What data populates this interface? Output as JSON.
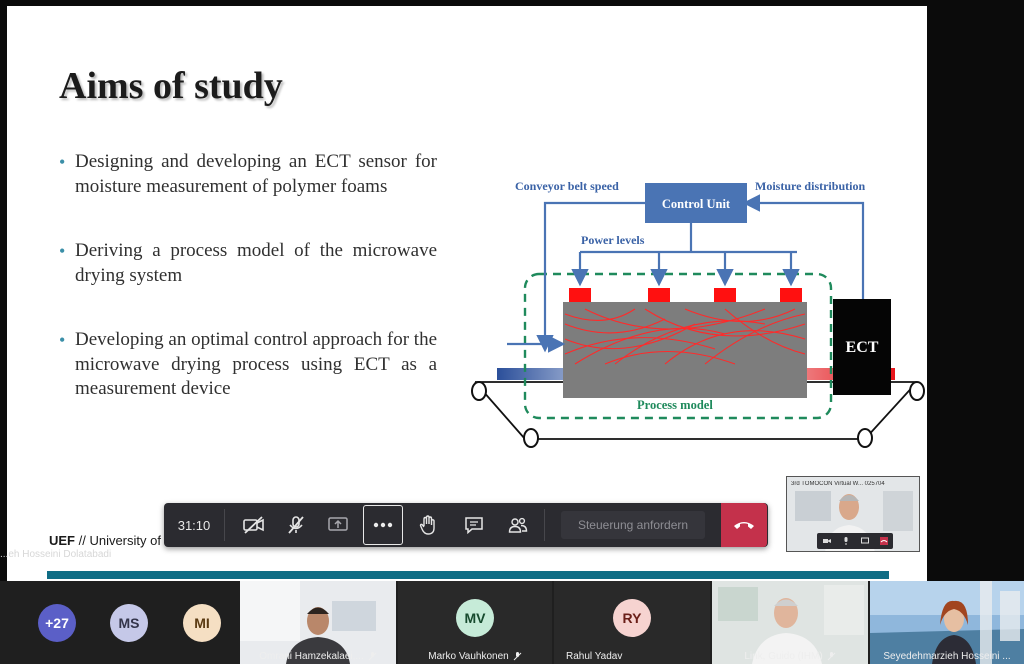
{
  "slide": {
    "title": "Aims of study",
    "bullets": [
      "Designing and developing an ECT sensor for moisture measurement of polymer foams",
      "Deriving a process model of the microwave drying system",
      "Developing an optimal control approach for the microwave drying process using ECT as a measurement device"
    ],
    "diagram": {
      "conveyor_label": "Conveyor belt speed",
      "control_unit": "Control Unit",
      "moisture_label": "Moisture distribution",
      "power_levels": "Power levels",
      "ect": "ECT",
      "process_model": "Process model"
    },
    "footer_bold": "UEF",
    "footer_text": " // University of Eastern Finland"
  },
  "presenter_name": "...eh Hosseini Dolatabadi",
  "toolbar": {
    "timer": "31:10",
    "request_control": "Steuerung anfordern"
  },
  "selfview": {
    "title": "3rd TOMOCON Virtual W...  025704"
  },
  "participants": [
    {
      "initials": "+27",
      "color": "#5b5fc7",
      "text_color": "#ffffff"
    },
    {
      "initials": "MS",
      "color": "#c5c8e8",
      "text_color": "#33344a"
    },
    {
      "initials": "MI",
      "color": "#f5dfc3",
      "text_color": "#5a3a12"
    },
    {
      "name": "Omrani Hamzekalaei,..."
    },
    {
      "initials": "MV",
      "color": "#c6ebd8",
      "text_color": "#174b2e",
      "name": "Marko Vauhkonen"
    },
    {
      "initials": "RY",
      "color": "#f6d3d0",
      "text_color": "#6a1f18",
      "name": "Rahul Yadav"
    },
    {
      "name": "Link, Guido (IHM)"
    },
    {
      "name": "Seyedehmarzieh Hosseini ..."
    }
  ],
  "colors": {
    "accent_bullet": "#3b8fa8",
    "footer_bar": "#0f6d85",
    "hangup": "#c4314b",
    "toolbar_bg": "#2b2b30",
    "diagram_blue": "#4a74b4",
    "diagram_green": "#1f8a5c",
    "diagram_red": "#ff1a1a"
  }
}
